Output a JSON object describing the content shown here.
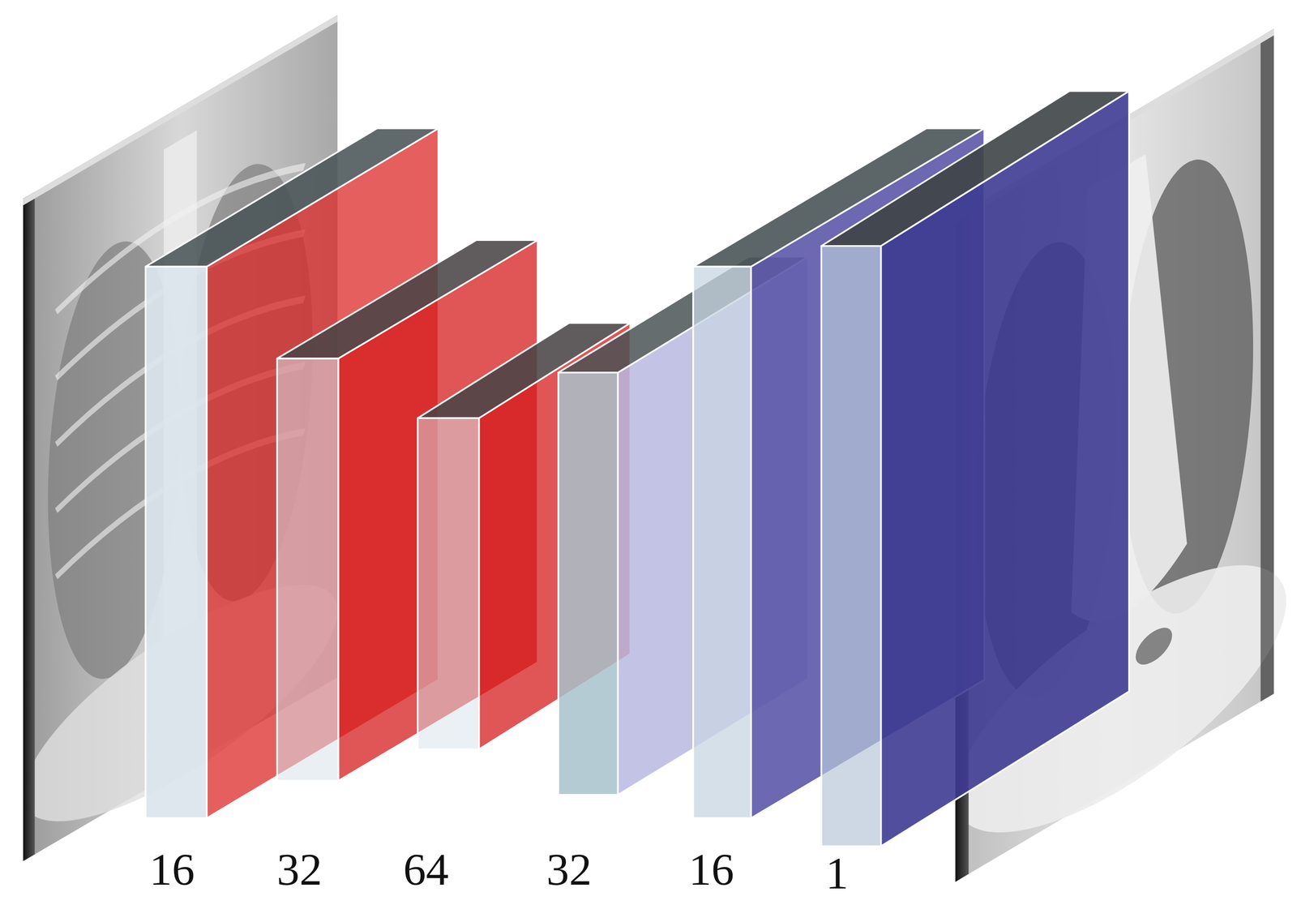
{
  "diagram": {
    "labels": [
      "16",
      "32",
      "64",
      "32",
      "16",
      "1"
    ]
  }
}
